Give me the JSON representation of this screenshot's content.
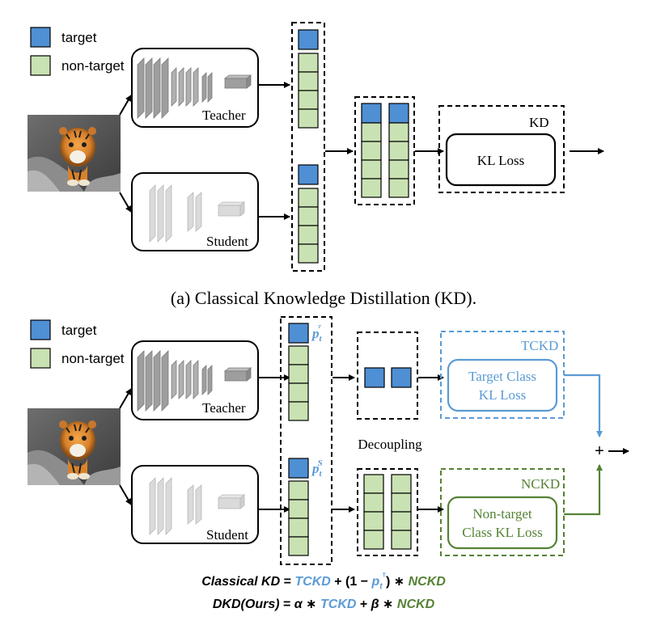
{
  "colors": {
    "target_fill": "#4f8fd4",
    "nontarget_fill": "#c9e2b3",
    "tckd_blue": "#5b9bd5",
    "nckd_green": "#548235",
    "teacher_gray": "#9e9e9e",
    "student_gray": "#dadada"
  },
  "legend": {
    "target": "target",
    "non_target": "non-target"
  },
  "top": {
    "teacher_label": "Teacher",
    "student_label": "Student",
    "kd_label": "KD",
    "kl_loss": "KL Loss",
    "caption": "(a) Classical Knowledge Distillation (KD)."
  },
  "bottom": {
    "teacher_label": "Teacher",
    "student_label": "Student",
    "p_teacher_base": "p",
    "p_teacher_sub": "t",
    "p_teacher_sup": "ᵀ",
    "p_student_base": "p",
    "p_student_sub": "t",
    "p_student_sup": "S",
    "decoupling": "Decoupling",
    "tckd_label": "TCKD",
    "tckd_loss_line1": "Target Class",
    "tckd_loss_line2": "KL Loss",
    "nckd_label": "NCKD",
    "nckd_loss_line1": "Non-target",
    "nckd_loss_line2": "Class KL Loss",
    "plus": "+"
  },
  "equations": {
    "eq1_lhs": "Classical KD",
    "eq1_eq": " = ",
    "eq1_tckd": "TCKD",
    "eq1_mid": " + (1 − ",
    "eq1_p": "p",
    "eq1_p_sub": "t",
    "eq1_p_sup": "ᵀ",
    "eq1_close": ") ∗ ",
    "eq1_nckd": "NCKD",
    "eq2_lhs": "DKD(Ours)",
    "eq2_eq": " = ",
    "eq2_alpha": "α ∗ ",
    "eq2_tckd": "TCKD",
    "eq2_plus": " + ",
    "eq2_beta": "β ∗ ",
    "eq2_nckd": "NCKD"
  }
}
